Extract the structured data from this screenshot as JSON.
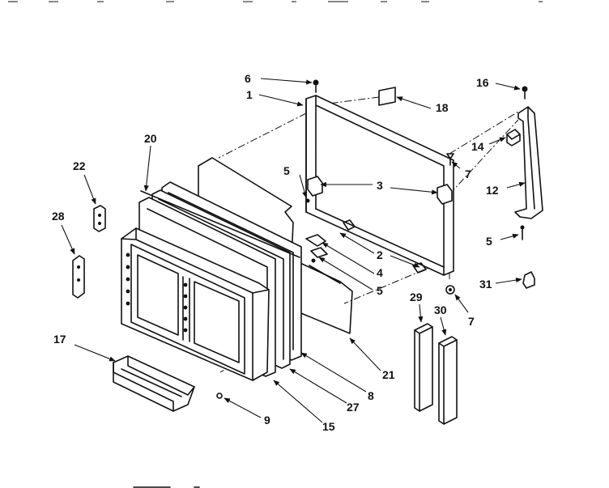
{
  "callouts": {
    "c1": "1",
    "c2": "2",
    "c3": "3",
    "c4": "4",
    "c5a": "5",
    "c5b": "5",
    "c5c": "5",
    "c6": "6",
    "c7a": "7",
    "c7b": "7",
    "c8": "8",
    "c9": "9",
    "c12": "12",
    "c14": "14",
    "c15": "15",
    "c16": "16",
    "c17": "17",
    "c18": "18",
    "c20": "20",
    "c21": "21",
    "c22": "22",
    "c27": "27",
    "c28": "28",
    "c29": "29",
    "c30": "30",
    "c31": "31"
  }
}
